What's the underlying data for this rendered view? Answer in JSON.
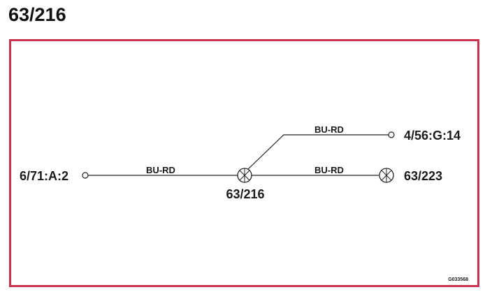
{
  "header": {
    "title": "63/216"
  },
  "diagram": {
    "frame_color": "#c8334f",
    "nodes": {
      "left_connector": "6/71:A:2",
      "splice": "63/216",
      "top_right_connector": "4/56:G:14",
      "right_splice": "63/223"
    },
    "wires": {
      "left_wire": "BU-RD",
      "upper_branch": "BU-RD",
      "lower_branch": "BU-RD"
    },
    "reference_code": "G033568"
  }
}
